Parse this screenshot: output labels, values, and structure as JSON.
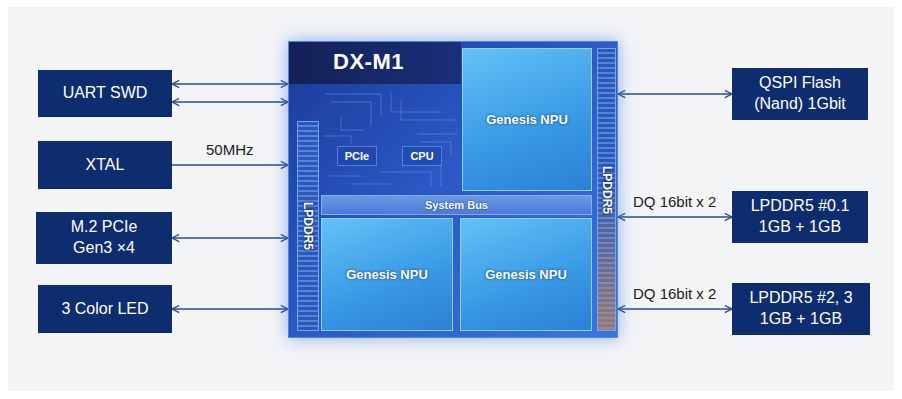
{
  "diagram": {
    "nodes": [
      {
        "text": [
          "UART SWD"
        ]
      },
      {
        "text": [
          "XTAL"
        ]
      },
      {
        "text": [
          "M.2 PCIe Gen3 ×4"
        ]
      },
      {
        "text": [
          "3 Color LED"
        ]
      },
      {
        "text": [
          "DX-M1"
        ]
      },
      {
        "text": [
          "PCIe"
        ],
        "in": 4
      },
      {
        "text": [
          "CPU"
        ],
        "in": 4
      },
      {
        "text": [
          "Genesis NPU"
        ],
        "in": 4
      },
      {
        "text": [
          "LPDDR5"
        ],
        "in": 4
      },
      {
        "text": [
          "System Bus"
        ],
        "in": 4
      },
      {
        "text": [
          "Genesis NPU"
        ],
        "in": 4
      },
      {
        "text": [
          "Genesis NPU"
        ],
        "in": 4
      },
      {
        "text": [
          "LPDDR5"
        ],
        "in": 4
      },
      {
        "text": [
          "QSPI Flash (Nand) 1Gbit"
        ]
      },
      {
        "text": [
          "LPDDR5 #0.1 1GB + 1GB"
        ]
      },
      {
        "text": [
          "LPDDR5 #2, 3 1GB + 1GB"
        ]
      }
    ],
    "edges": [
      {
        "from": 0,
        "to": 4,
        "arrow": "both"
      },
      {
        "from": 0,
        "to": 4,
        "arrow": "both"
      },
      {
        "from": 1,
        "to": 4,
        "label": "50MHz",
        "arrow": "to"
      },
      {
        "from": 2,
        "to": 4,
        "arrow": "both"
      },
      {
        "from": 3,
        "to": 4,
        "arrow": "both"
      },
      {
        "from": 4,
        "to": 13,
        "arrow": "both"
      },
      {
        "from": 4,
        "to": 14,
        "label": "DQ 16bit x 2",
        "arrow": "both"
      },
      {
        "from": 4,
        "to": 15,
        "label": "DQ 16bit x 2",
        "arrow": "both"
      }
    ]
  }
}
